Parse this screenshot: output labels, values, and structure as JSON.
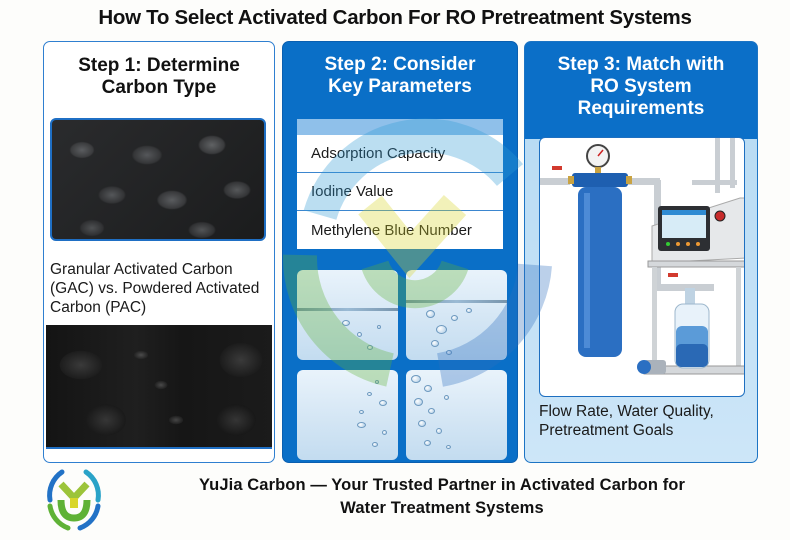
{
  "title": "How To Select Activated Carbon For RO Pretreatment Systems",
  "steps": [
    {
      "title_line1": "Step 1: Determine",
      "title_line2": "Carbon Type",
      "caption": "Granular Activated Carbon (GAC) vs. Powdered Activated Carbon (PAC)",
      "images": [
        "granular-activated-carbon-pellets-photo",
        "crushed-activated-carbon-photo"
      ]
    },
    {
      "title_line1": "Step 2: Consider",
      "title_line2": "Key Parameters",
      "parameters": [
        "Adsorption Capacity",
        "Iodine Value",
        "Methylene Blue Number"
      ],
      "images": [
        "water-surface-photo",
        "water-splash-photo",
        "rising-bubbles-photo",
        "dense-bubbles-photo"
      ]
    },
    {
      "title_line1": "Step 3: Match with",
      "title_line2": "RO System",
      "title_line3": "Requirements",
      "caption": "Flow Rate, Water Quality, Pretreatment Goals",
      "images": [
        "ro-pretreatment-filter-system-illustration"
      ]
    }
  ],
  "footer": {
    "line1": "YuJia Carbon — Your Trusted Partner in Activated Carbon for",
    "line2": "Water Treatment Systems",
    "logo": "yujia-carbon-logo"
  },
  "colors": {
    "primary_blue": "#0a6fc7",
    "light_blue": "#b9dcf4",
    "panel_border": "#2f7fd0",
    "logo_green": "#5fb236",
    "logo_yellow": "#d8d62a",
    "logo_blue": "#1e6fc0"
  }
}
